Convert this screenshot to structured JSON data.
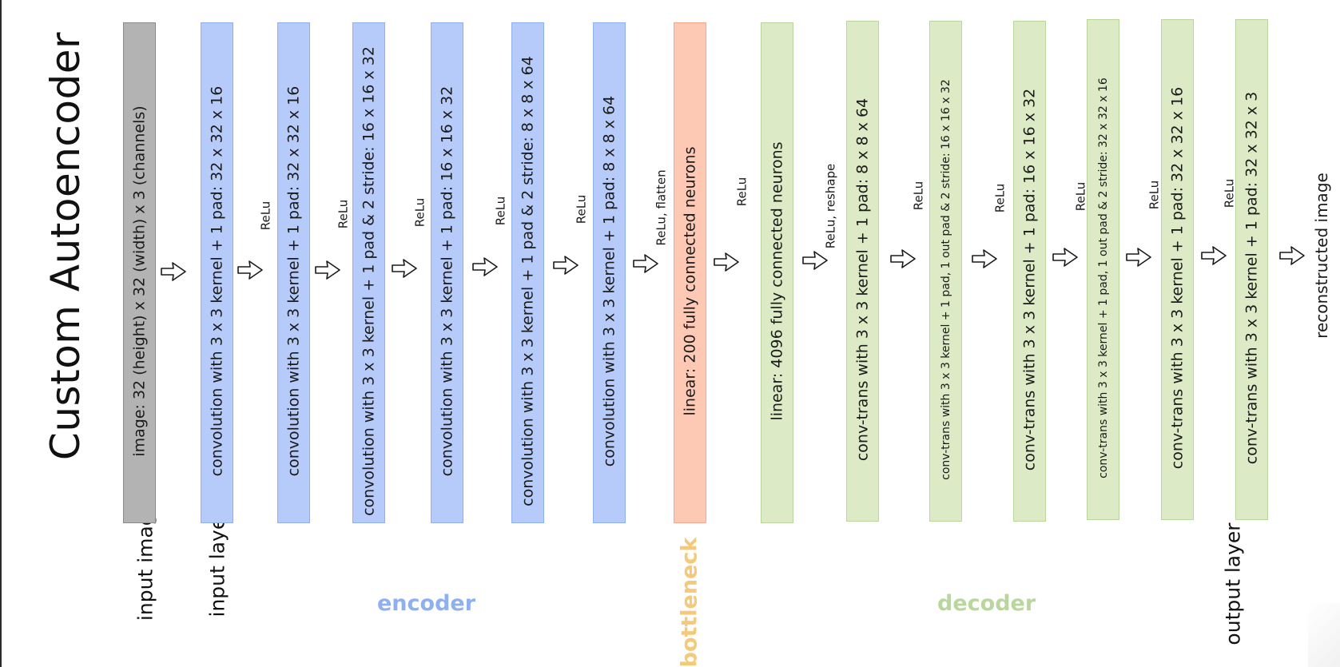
{
  "title": "Custom Autoencoder",
  "colors": {
    "input": "#b3b3b3",
    "input_border": "#8a8a8a",
    "encoder": "#b6cbf9",
    "encoder_border": "#8fb0f0",
    "bottleneck": "#fdc9b4",
    "bottleneck_border": "#f5a98c",
    "decoder": "#dcebc5",
    "decoder_border": "#b9d79c",
    "encoder_label": "#8fb0f0",
    "bottleneck_label": "#f5c97a",
    "decoder_label": "#b9d79c"
  },
  "arrow_icon": "hollow-arrow-right-icon",
  "layers": [
    {
      "kind": "input",
      "text": "image: 32 (height) x 32 (width) x 3 (channels)"
    },
    {
      "kind": "encoder",
      "text": "convolution with 3 x 3 kernel + 1 pad: 32 x 32 x 16"
    },
    {
      "kind": "encoder",
      "text": "convolution with 3 x 3 kernel + 1 pad: 32 x 32 x 16"
    },
    {
      "kind": "encoder",
      "text": "convolution with 3 x 3 kernel + 1 pad & 2 stride: 16 x 16 x 32"
    },
    {
      "kind": "encoder",
      "text": "convolution with 3 x 3 kernel + 1 pad: 16 x 16 x 32"
    },
    {
      "kind": "encoder",
      "text": "convolution with 3 x 3 kernel + 1 pad & 2 stride: 8 x 8 x 64"
    },
    {
      "kind": "encoder",
      "text": "convolution with 3 x 3 kernel + 1 pad: 8 x 8 x 64"
    },
    {
      "kind": "bottleneck",
      "text": "linear: 200 fully connected neurons"
    },
    {
      "kind": "decoder",
      "text": "linear: 4096 fully connected neurons"
    },
    {
      "kind": "decoder",
      "text": "conv-trans with 3 x 3 kernel + 1 pad: 8 x 8 x 64"
    },
    {
      "kind": "decoder",
      "text": "conv-trans with 3 x 3 kernel + 1 pad, 1 out pad & 2 stride: 16 x 16 x 32"
    },
    {
      "kind": "decoder",
      "text": "conv-trans with 3 x 3 kernel + 1 pad: 16 x 16 x 32"
    },
    {
      "kind": "decoder",
      "text": "conv-trans with 3 x 3 kernel + 1 pad, 1 out pad & 2 stride: 32 x 32 x 16"
    },
    {
      "kind": "decoder",
      "text": "conv-trans with 3 x 3 kernel + 1 pad: 32 x 32 x 16"
    },
    {
      "kind": "decoder",
      "text": "conv-trans with 3 x 3 kernel + 1 pad: 32 x 32 x 3"
    }
  ],
  "activations": [
    "",
    "ReLu",
    "ReLu",
    "ReLu",
    "ReLu",
    "ReLu",
    "ReLu, flatten",
    "ReLu",
    "ReLu, reshape",
    "ReLu",
    "ReLu",
    "ReLu",
    "ReLu",
    "ReLu",
    ""
  ],
  "output_text": "reconstructed image",
  "labels": {
    "input_image": "input image",
    "input_layer": "input layer",
    "encoder": "encoder",
    "bottleneck": "bottleneck",
    "decoder": "decoder",
    "output_layer": "output layer"
  }
}
